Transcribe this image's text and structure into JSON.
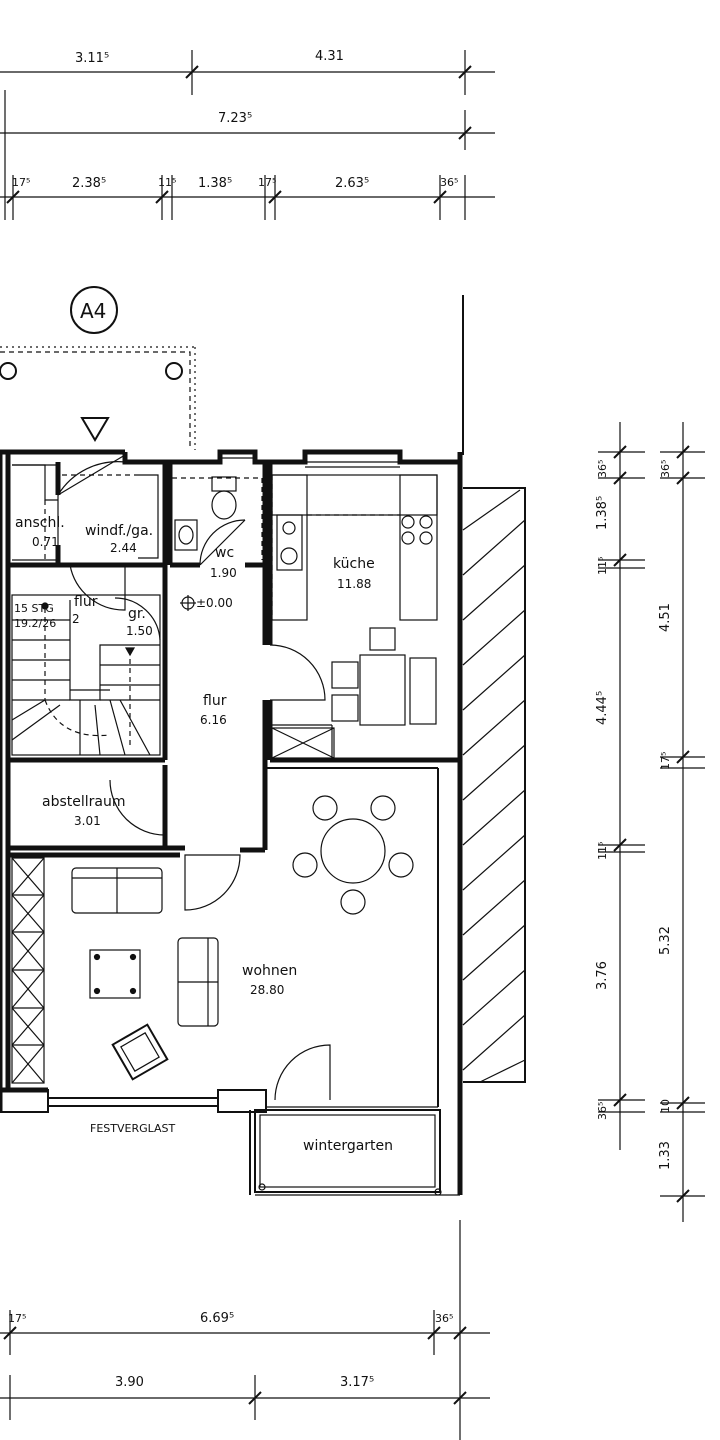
{
  "plan": {
    "unit_label": "A4",
    "dimensions_top": {
      "row1": [
        "3.11⁵",
        "4.31"
      ],
      "row2": [
        "7.23⁵"
      ],
      "row3": [
        "17⁵",
        "2.38⁵",
        "11⁵",
        "1.38⁵",
        "17⁵",
        "2.63⁵",
        "36⁵"
      ]
    },
    "dimensions_right": {
      "col1": [
        "36⁵",
        "1.38⁵",
        "11⁵",
        "4.44⁵",
        "11⁵",
        "3.76",
        "36⁵"
      ],
      "col2": [
        "36⁵",
        "4.51",
        "17⁵",
        "5.32",
        "10",
        "1.33"
      ]
    },
    "dimensions_bottom": {
      "row1": [
        "17⁵",
        "6.69⁵",
        "36⁵"
      ],
      "row2": [
        "3.90",
        "3.17⁵"
      ]
    },
    "level_mark": "±0.00",
    "stairs": {
      "label": "15 STG",
      "ratio": "19.2/26"
    },
    "rooms": [
      {
        "name": "anschl.",
        "area": "0.71"
      },
      {
        "name": "windf./ga.",
        "area": "2.44"
      },
      {
        "name": "wc",
        "area": "1.90"
      },
      {
        "name": "küche",
        "area": "11.88"
      },
      {
        "name": "flur",
        "area": "2"
      },
      {
        "name": "gr.",
        "area": "1.50"
      },
      {
        "name": "flur",
        "area": "6.16"
      },
      {
        "name": "abstellraum",
        "area": "3.01"
      },
      {
        "name": "wohnen",
        "area": "28.80"
      },
      {
        "name": "wintergarten",
        "area": ""
      }
    ],
    "notes": {
      "fixed_glazing": "FESTVERGLAST"
    }
  }
}
